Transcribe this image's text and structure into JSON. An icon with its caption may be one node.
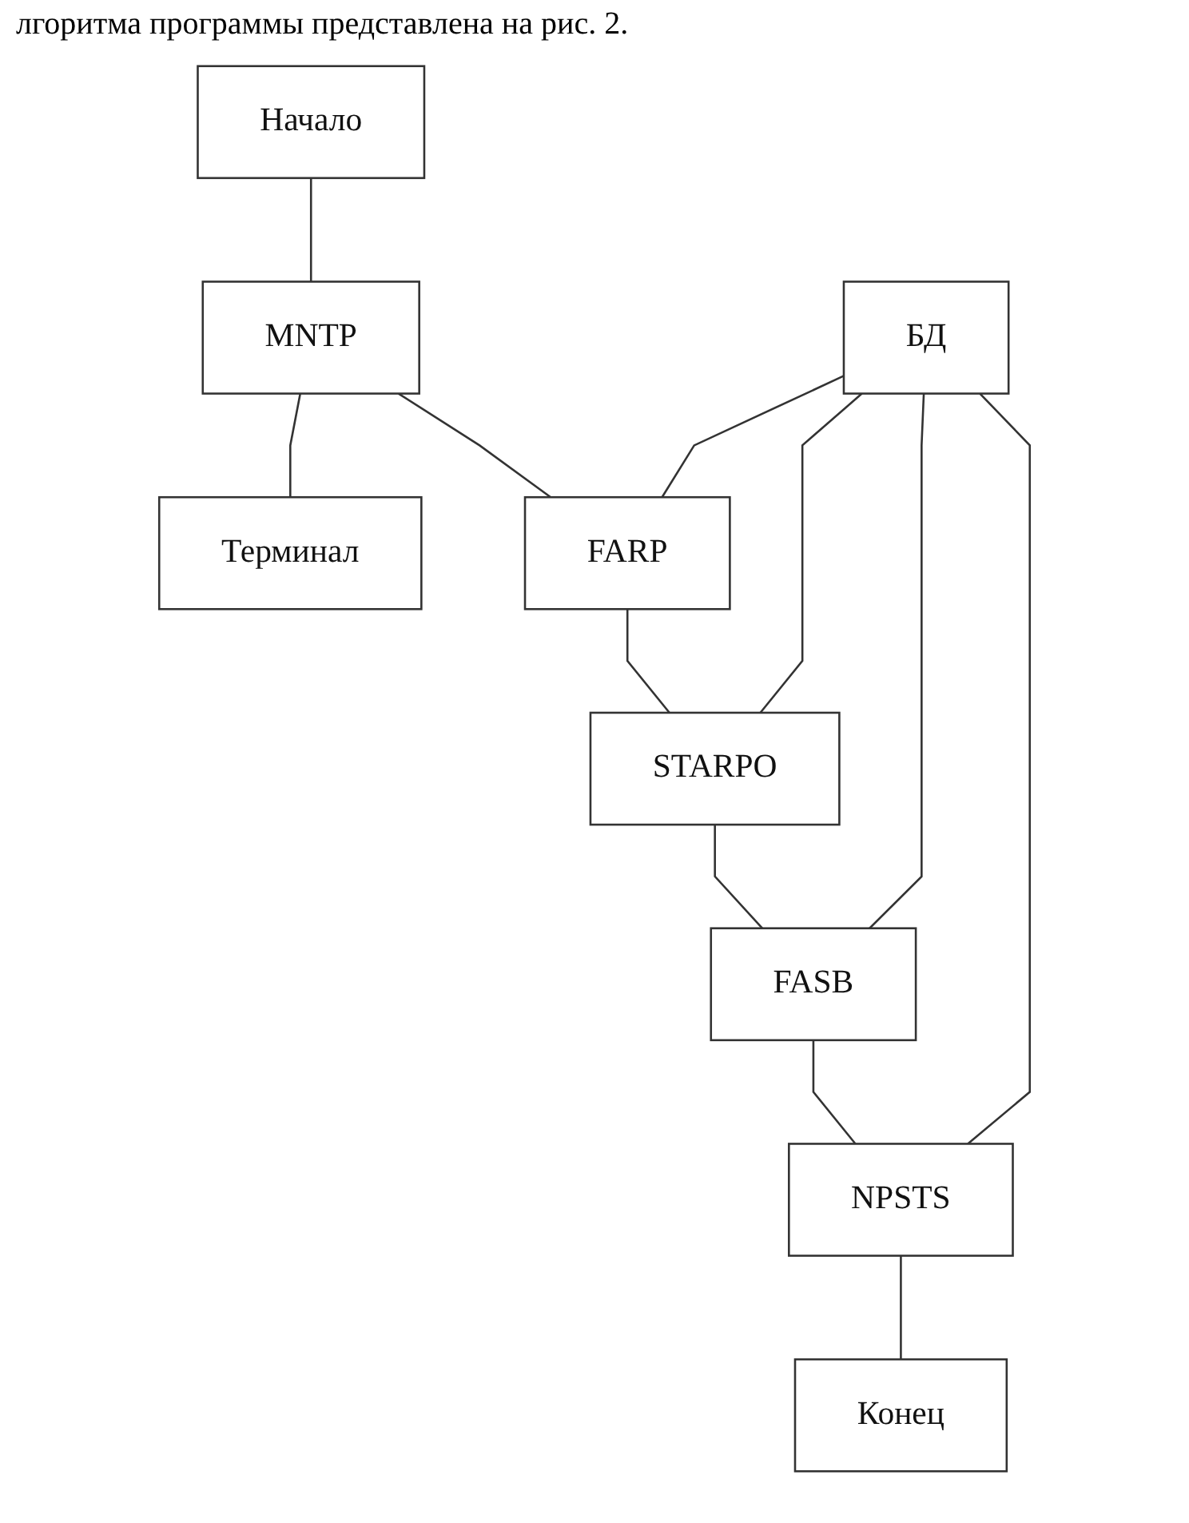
{
  "diagram": {
    "nodes": [
      {
        "text": [
          "Начало"
        ]
      },
      {
        "text": [
          "MNTP"
        ]
      },
      {
        "text": [
          "Терминал"
        ]
      },
      {
        "text": [
          "БД"
        ]
      },
      {
        "text": [
          "FARP"
        ]
      },
      {
        "text": [
          "STARPO"
        ]
      },
      {
        "text": [
          "FASB"
        ]
      },
      {
        "text": [
          "NPSTS"
        ]
      },
      {
        "text": [
          "Конец"
        ]
      }
    ],
    "edges": [
      {
        "from": 0,
        "to": 1,
        "arrow": "none"
      },
      {
        "from": 1,
        "to": 2,
        "arrow": "none"
      },
      {
        "from": 1,
        "to": 4,
        "arrow": "none"
      },
      {
        "from": 3,
        "to": 4,
        "arrow": "none"
      },
      {
        "from": 4,
        "to": 5,
        "arrow": "none"
      },
      {
        "from": 3,
        "to": 5,
        "arrow": "none"
      },
      {
        "from": 5,
        "to": 6,
        "arrow": "none"
      },
      {
        "from": 3,
        "to": 6,
        "arrow": "none"
      },
      {
        "from": 6,
        "to": 7,
        "arrow": "none"
      },
      {
        "from": 3,
        "to": 7,
        "arrow": "none"
      },
      {
        "from": 7,
        "to": 8,
        "arrow": "none"
      }
    ],
    "labels": [
      "лгоритма программы представлена на рис. 2."
    ]
  }
}
